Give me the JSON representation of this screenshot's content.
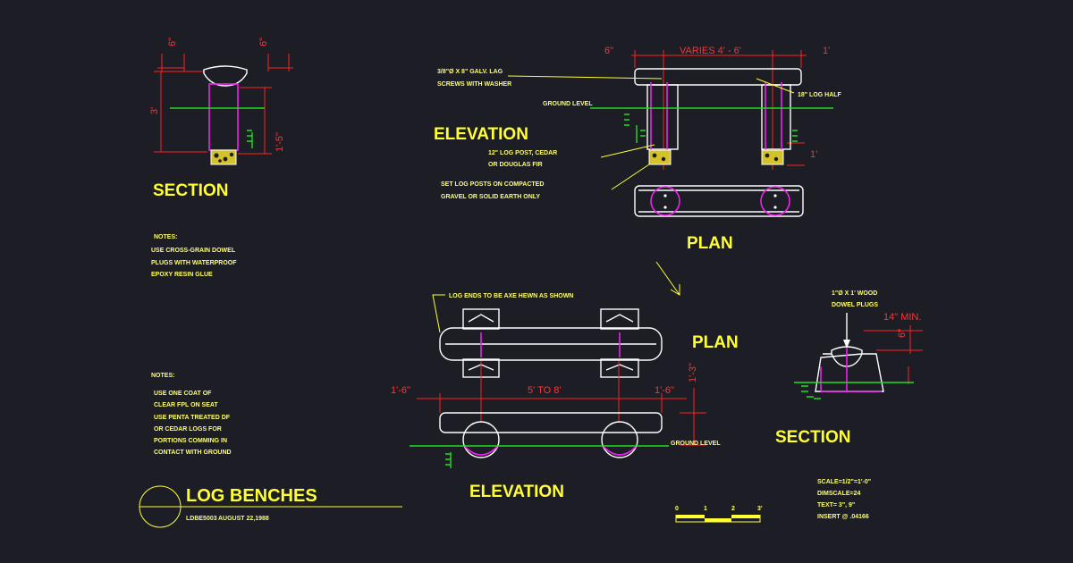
{
  "section_top": {
    "title": "SECTION",
    "dim_left": "6\"",
    "dim_right": "6\"",
    "dim_height": "3'",
    "dim_post": "1'-5\""
  },
  "elevation_top": {
    "title": "ELEVATION",
    "dim_left": "6\"",
    "dim_varies": "VARIES 4' - 6'",
    "dim_right": "1'",
    "dim_low": "1'",
    "label_lag": [
      "3/8\"Ø X 8\" GALV. LAG",
      "SCREWS WITH WASHER"
    ],
    "label_ground": "GROUND LEVEL",
    "label_loghalf": "18\" LOG HALF",
    "label_post": [
      "12\" LOG POST, CEDAR",
      "OR DOUGLAS FIR"
    ],
    "label_set": [
      "SET LOG POSTS ON COMPACTED",
      "GRAVEL OR SOLID EARTH ONLY"
    ]
  },
  "plan_top": {
    "title": "PLAN"
  },
  "notes_1": {
    "heading": "NOTES:",
    "lines": [
      "USE CROSS-GRAIN DOWEL",
      "PLUGS WITH WATERPROOF",
      "EPOXY RESIN GLUE"
    ]
  },
  "notes_2": {
    "heading": "NOTES:",
    "lines": [
      "USE ONE COAT OF",
      "CLEAR FPL ON SEAT",
      "USE PENTA TREATED DF",
      "OR CEDAR LOGS FOR",
      "PORTIONS COMMING IN",
      "CONTACT WITH GROUND"
    ]
  },
  "plan_bottom": {
    "title": "PLAN",
    "label_ends": "LOG ENDS TO BE AXE HEWN AS SHOWN"
  },
  "elevation_bottom": {
    "title": "ELEVATION",
    "dim_left": "1'-6\"",
    "dim_mid": "5' TO 8'",
    "dim_right": "1'-6\"",
    "dim_height": "1'-3\"",
    "label_ground": "GROUND LEVEL"
  },
  "section_bottom": {
    "title": "SECTION",
    "label_dowel": [
      "1\"Ø X 1' WOOD",
      "DOWEL PLUGS"
    ],
    "dim_min": "14\" MIN.",
    "dim_small": "6\""
  },
  "title_block": {
    "title": "LOG BENCHES",
    "code": "LDBE5003",
    "date": "AUGUST 22,1988"
  },
  "scale_info": {
    "lines": [
      "SCALE=1/2\"=1'-0\"",
      "DIMSCALE=24",
      "TEXT= 3\", 9\"",
      "INSERT @ .04166"
    ],
    "bar_labels": [
      "0",
      "1",
      "2",
      "3'"
    ]
  },
  "colors": {
    "background": "#1c1d25",
    "text": "#ffff33",
    "object": "#ffffff",
    "dimension": "#ff2222",
    "post": "#ee22ee",
    "ground": "#22dd22"
  }
}
